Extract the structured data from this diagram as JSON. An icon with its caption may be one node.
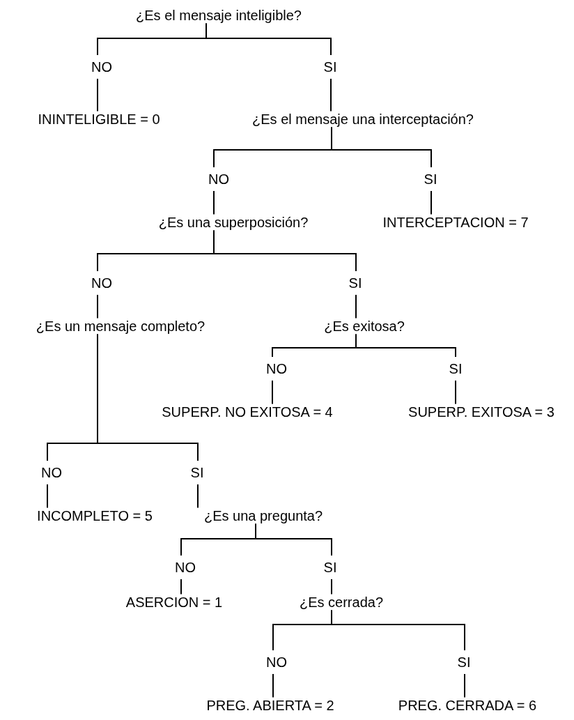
{
  "diagram": {
    "nodes": [
      {
        "text": [
          "¿Es el mensaje inteligible?"
        ]
      },
      {
        "text": [
          "ININTELIGIBLE = 0"
        ]
      },
      {
        "text": [
          "¿Es el mensaje una interceptación?"
        ]
      },
      {
        "text": [
          "¿Es una superposición?"
        ]
      },
      {
        "text": [
          "INTERCEPTACION = 7"
        ]
      },
      {
        "text": [
          "¿Es un mensaje completo?"
        ]
      },
      {
        "text": [
          "¿Es exitosa?"
        ]
      },
      {
        "text": [
          "SUPERP. NO EXITOSA = 4"
        ]
      },
      {
        "text": [
          "SUPERP. EXITOSA = 3"
        ]
      },
      {
        "text": [
          "INCOMPLETO = 5"
        ]
      },
      {
        "text": [
          "¿Es una pregunta?"
        ]
      },
      {
        "text": [
          "ASERCION = 1"
        ]
      },
      {
        "text": [
          "¿Es cerrada?"
        ]
      },
      {
        "text": [
          "PREG. ABIERTA = 2"
        ]
      },
      {
        "text": [
          "PREG. CERRADA = 6"
        ]
      }
    ],
    "edges": [
      {
        "from": 0,
        "to": 1,
        "label": "NO",
        "arrow": "none"
      },
      {
        "from": 0,
        "to": 2,
        "label": "SI",
        "arrow": "none"
      },
      {
        "from": 2,
        "to": 3,
        "label": "NO",
        "arrow": "none"
      },
      {
        "from": 2,
        "to": 4,
        "label": "SI",
        "arrow": "none"
      },
      {
        "from": 3,
        "to": 5,
        "label": "NO",
        "arrow": "none"
      },
      {
        "from": 3,
        "to": 6,
        "label": "SI",
        "arrow": "none"
      },
      {
        "from": 6,
        "to": 7,
        "label": "NO",
        "arrow": "none"
      },
      {
        "from": 6,
        "to": 8,
        "label": "SI",
        "arrow": "none"
      },
      {
        "from": 5,
        "to": 9,
        "label": "NO",
        "arrow": "none"
      },
      {
        "from": 5,
        "to": 10,
        "label": "SI",
        "arrow": "none"
      },
      {
        "from": 10,
        "to": 11,
        "label": "NO",
        "arrow": "none"
      },
      {
        "from": 10,
        "to": 12,
        "label": "SI",
        "arrow": "none"
      },
      {
        "from": 12,
        "to": 13,
        "label": "NO",
        "arrow": "none"
      },
      {
        "from": 12,
        "to": 14,
        "label": "SI",
        "arrow": "none"
      }
    ]
  }
}
